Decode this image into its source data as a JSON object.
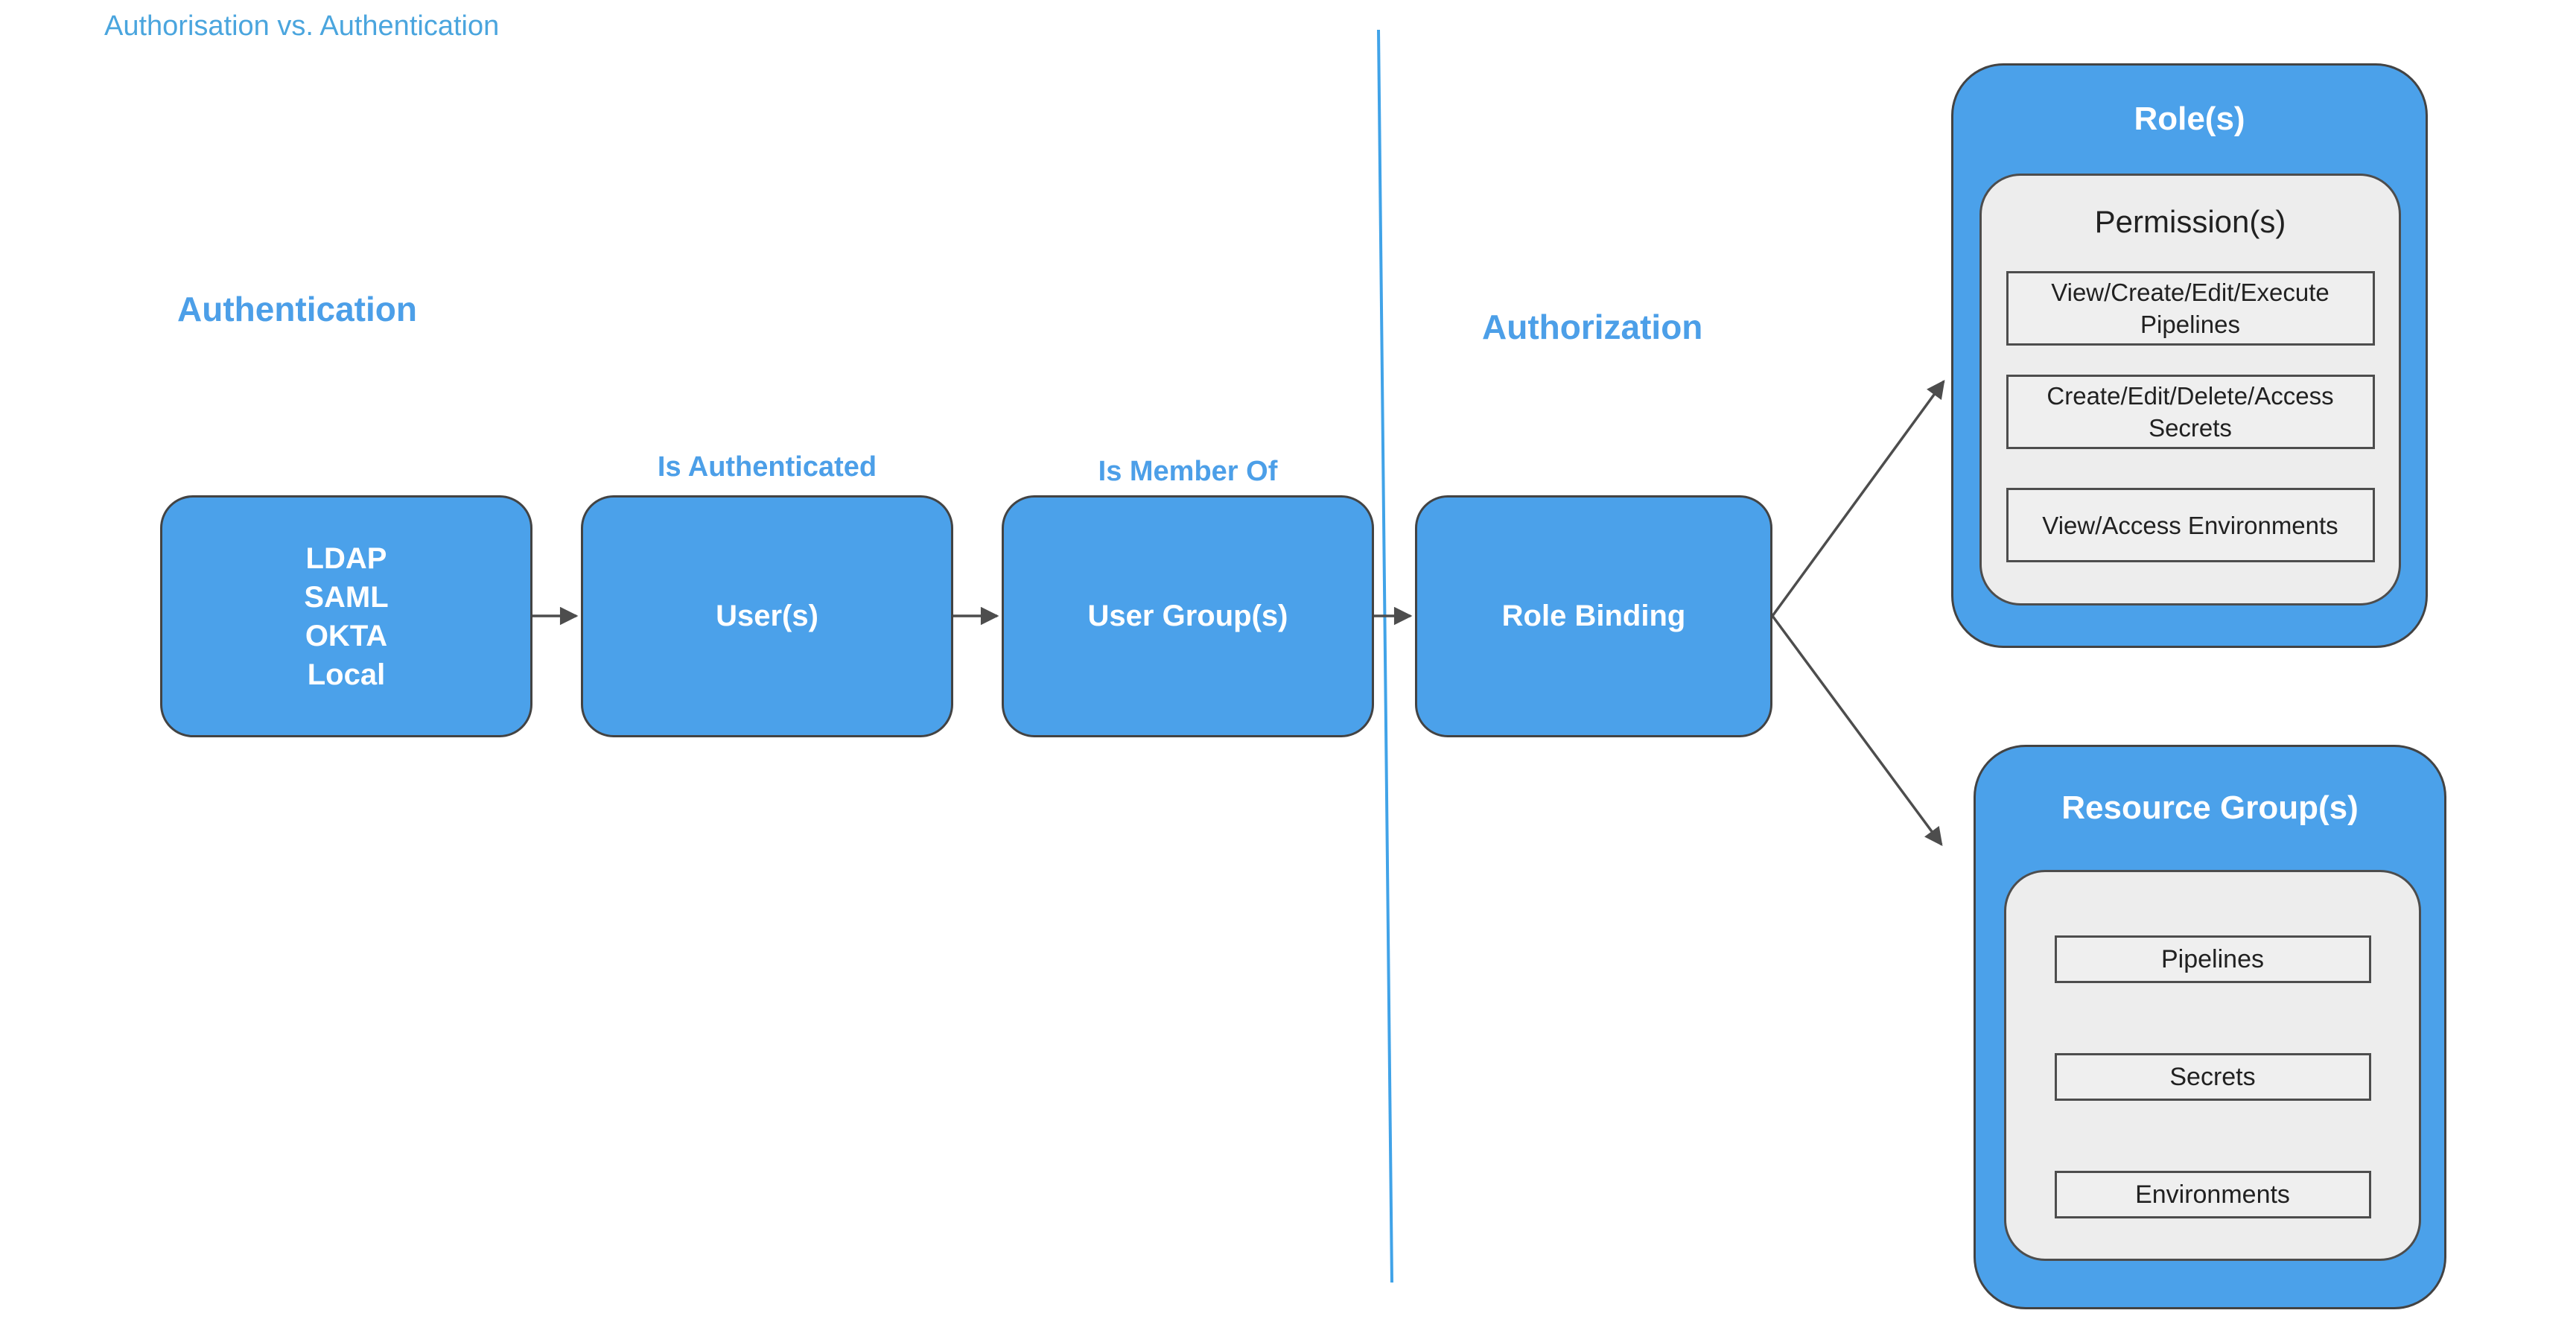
{
  "colors": {
    "node_blue": "#4BA1EA",
    "label_blue": "#4C9FE8",
    "title_blue": "#4AA5DE",
    "divider_blue": "#41A3E8",
    "node_border": "#434343",
    "arrow_gray": "#4D4D4D",
    "panel_gray": "#EDEDED",
    "inner_box_gray": "#EFEFEF",
    "text_black": "#212121",
    "text_white": "#FFFFFF"
  },
  "title": "Authorisation vs. Authentication",
  "sections": {
    "authentication": "Authentication",
    "authorization": "Authorization"
  },
  "flow": {
    "identity_provider_lines": [
      "LDAP",
      "SAML",
      "OKTA",
      "Local"
    ],
    "users": "User(s)",
    "user_groups": "User Group(s)",
    "role_binding": "Role Binding",
    "users_edge": "Is Authenticated",
    "groups_edge": "Is Member Of"
  },
  "roles_node": {
    "title": "Role(s)",
    "permissions_title": "Permission(s)",
    "permissions": [
      "View/Create/Edit/Execute Pipelines",
      "Create/Edit/Delete/Access Secrets",
      "View/Access Environments"
    ]
  },
  "resource_groups_node": {
    "title": "Resource Group(s)",
    "resources": [
      "Pipelines",
      "Secrets",
      "Environments"
    ]
  }
}
